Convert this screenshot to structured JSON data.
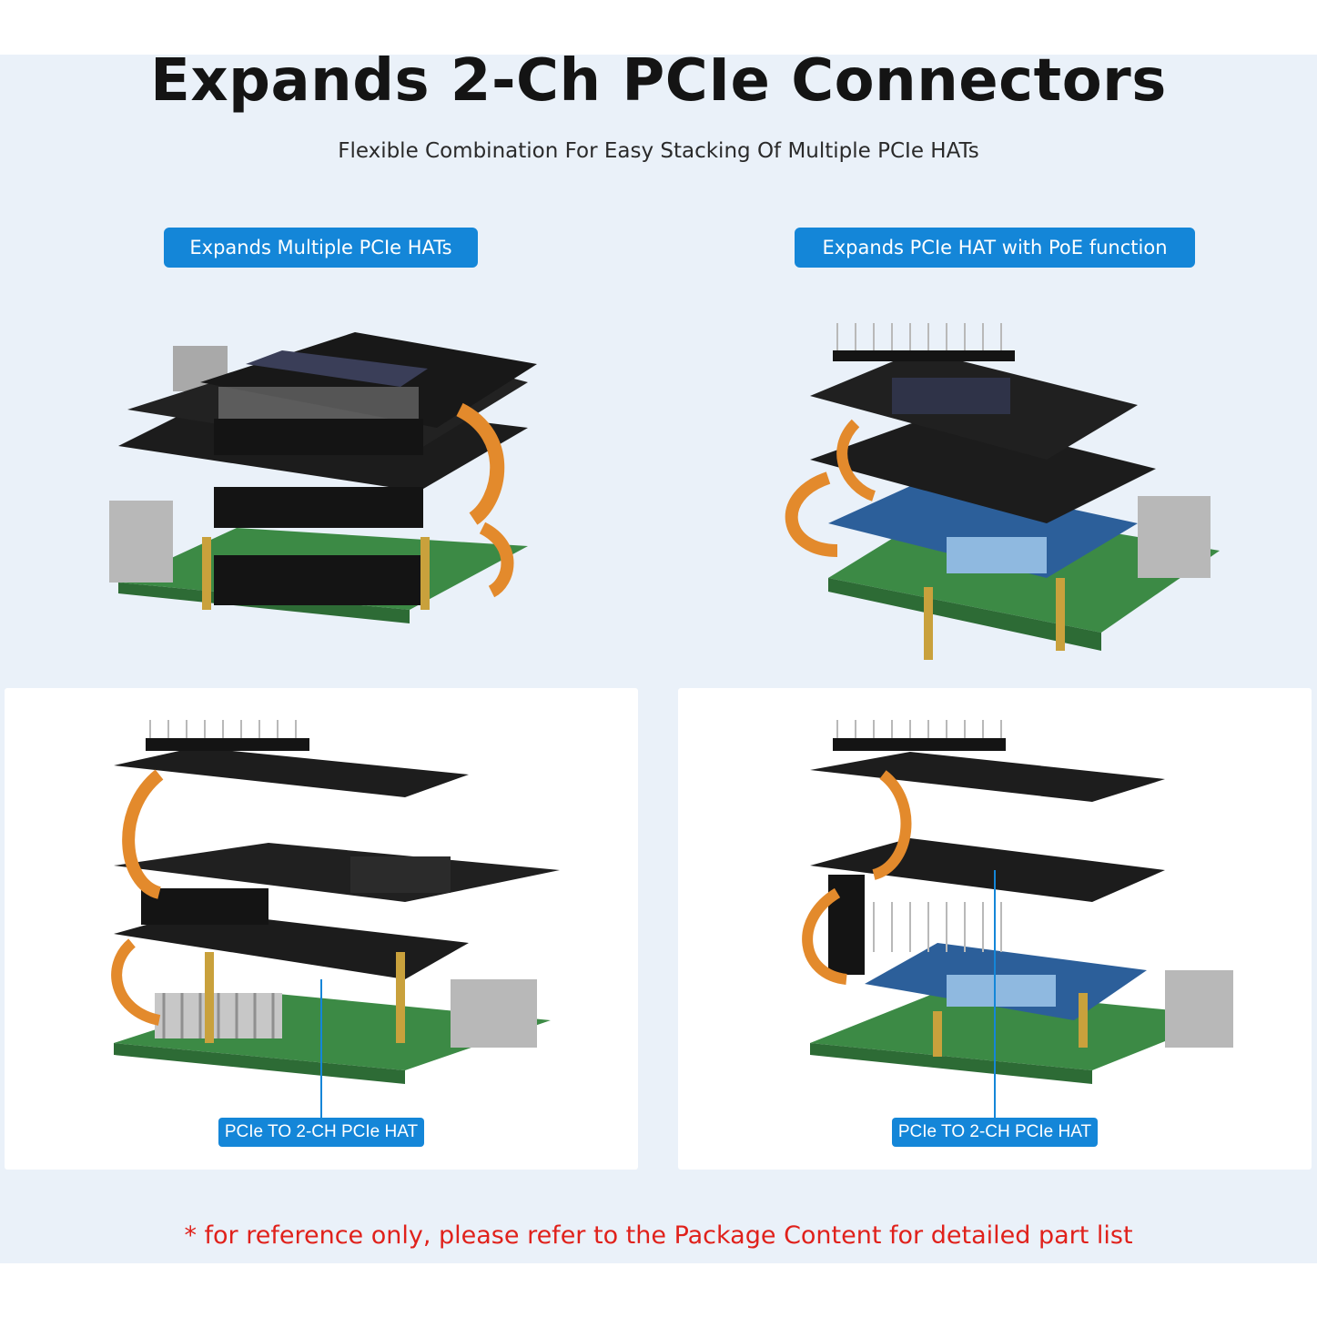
{
  "header": {
    "title": "Expands 2-Ch PCIe Connectors",
    "subtitle": "Flexible Combination For Easy Stacking Of Multiple PCIe HATs"
  },
  "features": [
    {
      "label": "Expands Multiple PCIe HATs"
    },
    {
      "label": "Expands PCIe HAT with PoE function"
    }
  ],
  "callouts": [
    {
      "label": "PCIe TO 2-CH PCIe HAT"
    },
    {
      "label": "PCIe TO 2-CH PCIe HAT"
    }
  ],
  "footnote": "* for reference only, please refer to the Package Content for detailed part list",
  "colors": {
    "accent": "#1486d8",
    "panel_background": "#eaf1f9",
    "note_red": "#e0211b",
    "board_green": "#3c8a45",
    "board_black": "#1c1c1c",
    "ribbon_orange": "#e38a2c"
  }
}
